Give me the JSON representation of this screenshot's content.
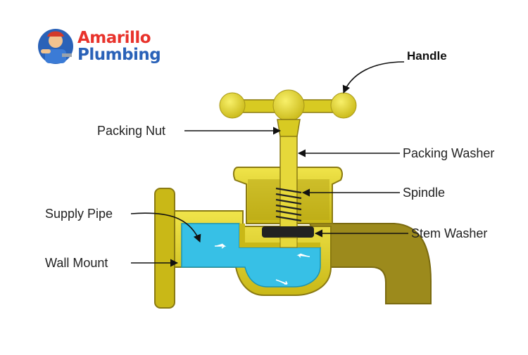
{
  "brand": {
    "name_line1": "Amarillo",
    "name_line2": "Plumbing",
    "logo_icon": "plumber-mascot-icon",
    "colors": {
      "line1": "#e8322b",
      "line2": "#2a62b8"
    }
  },
  "diagram": {
    "labels": {
      "handle": "Handle",
      "packing_nut": "Packing Nut",
      "packing_washer": "Packing Washer",
      "spindle": "Spindle",
      "supply_pipe": "Supply Pipe",
      "stem_washer": "Stem Washer",
      "wall_mount": "Wall Mount"
    },
    "colors": {
      "brass_light": "#e3d520",
      "brass_dark": "#8a7a12",
      "spout": "#9c8a1c",
      "water": "#37c0e6",
      "washer": "#222222",
      "label_text": "#222222"
    }
  }
}
